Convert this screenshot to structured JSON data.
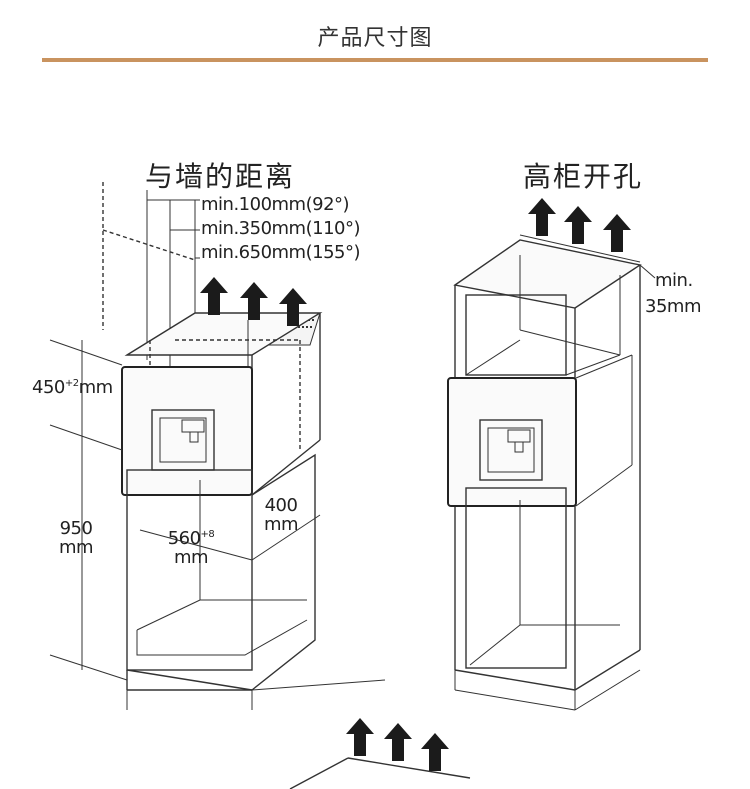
{
  "header": {
    "title": "产品尺寸图",
    "accent_color": "#c9935f"
  },
  "left_diagram": {
    "heading": "与墙的距离",
    "clearances": [
      "min.100mm(92°)",
      "min.350mm(110°)",
      "min.650mm(155°)"
    ],
    "height_unit": {
      "value": "450",
      "tolerance": "+2",
      "unit": "mm"
    },
    "cabinet_height": {
      "value": "950",
      "unit": "mm"
    },
    "width": {
      "value": "560",
      "tolerance": "+8",
      "unit": "mm"
    },
    "depth": {
      "value": "400",
      "unit": "mm"
    }
  },
  "right_diagram": {
    "heading": "高柜开孔",
    "gap": {
      "line1": "min.",
      "line2": "35mm"
    }
  }
}
